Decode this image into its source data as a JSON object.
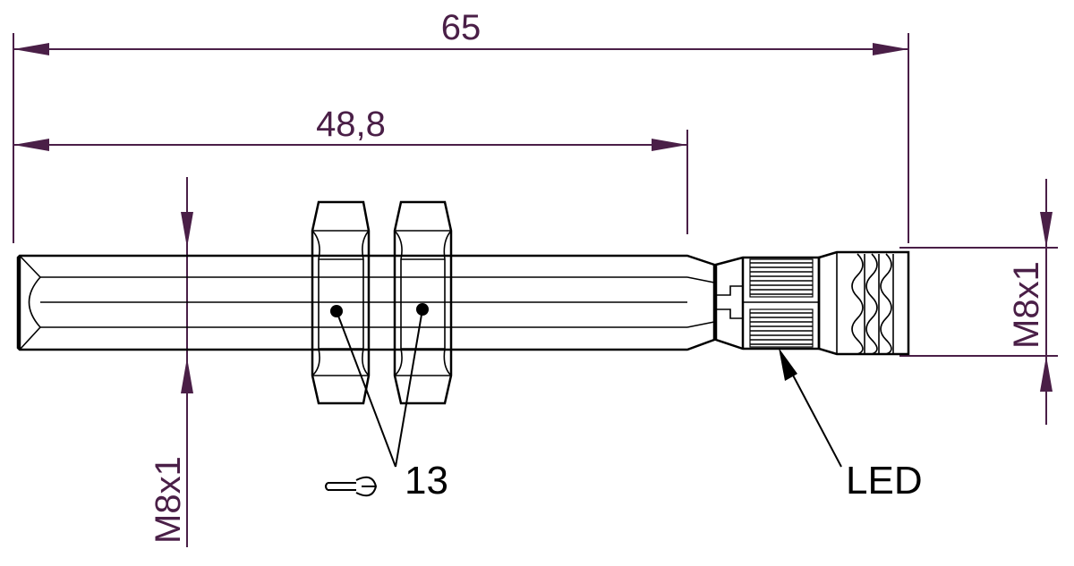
{
  "dimensions": {
    "overall_length": "65",
    "sensing_length": "48,8",
    "body_thread": "M8x1",
    "connector_thread": "M8x1"
  },
  "labels": {
    "wrench_size": "13",
    "led": "LED"
  },
  "icons": {
    "wrench": "wrench-icon"
  },
  "colors": {
    "dimension": "#4a1f47",
    "outline": "#000000"
  }
}
